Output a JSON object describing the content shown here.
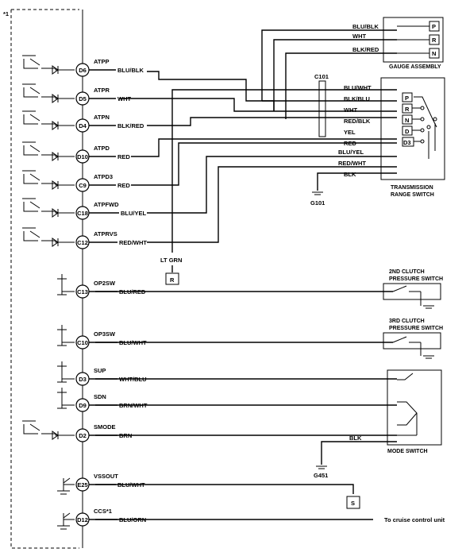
{
  "corner_mark": "*1",
  "pins": [
    {
      "id": "D6",
      "signal": "ATPP",
      "wire": "BLU/BLK"
    },
    {
      "id": "D5",
      "signal": "ATPR",
      "wire": "WHT"
    },
    {
      "id": "D4",
      "signal": "ATPN",
      "wire": "BLK/RED"
    },
    {
      "id": "D10",
      "signal": "ATPD",
      "wire": "RED"
    },
    {
      "id": "C9",
      "signal": "ATPD3",
      "wire": "RED"
    },
    {
      "id": "C18",
      "signal": "ATPFWD",
      "wire": "BLU/YEL"
    },
    {
      "id": "C12",
      "signal": "ATPRVS",
      "wire": "RED/WHT"
    },
    {
      "id": "C13",
      "signal": "OP2SW",
      "wire": "BLU/RED"
    },
    {
      "id": "C10",
      "signal": "OP3SW",
      "wire": "BLU/WHT"
    },
    {
      "id": "D3",
      "signal": "SUP",
      "wire": "WHT/BLU"
    },
    {
      "id": "D9",
      "signal": "SDN",
      "wire": "BRN/WHT"
    },
    {
      "id": "D2",
      "signal": "SMODE",
      "wire": "BRN"
    },
    {
      "id": "E25",
      "signal": "VSSOUT",
      "wire": "BLU/WHT"
    },
    {
      "id": "D12",
      "signal": "CCS*1",
      "wire": "BLU/ORN"
    }
  ],
  "gauge_assembly": {
    "title": "GAUGE ASSEMBLY",
    "wires": [
      "BLU/BLK",
      "WHT",
      "BLK/RED"
    ],
    "positions": [
      "P",
      "R",
      "N"
    ]
  },
  "connector_c101": "C101",
  "transmission_range_switch": {
    "title_line1": "TRANSMISSION",
    "title_line2": "RANGE SWITCH",
    "wires": [
      "BLU/WHT",
      "BLK/BLU",
      "WHT",
      "RED/BLK",
      "YEL",
      "RED",
      "BLU/YEL",
      "RED/WHT",
      "BLK"
    ],
    "positions": [
      "P",
      "R",
      "N",
      "D",
      "D3"
    ]
  },
  "ground_g101": "G101",
  "ground_g451": "G451",
  "lt_grn": {
    "label": "LT GRN",
    "terminal": "R"
  },
  "clutch_2nd": {
    "line1": "2ND CLUTCH",
    "line2": "PRESSURE SWITCH"
  },
  "clutch_3rd": {
    "line1": "3RD CLUTCH",
    "line2": "PRESSURE SWITCH"
  },
  "mode_switch": {
    "title": "MODE SWITCH",
    "ground_wire": "BLK"
  },
  "vss_terminal": "S",
  "cruise_note": "To cruise control unit"
}
